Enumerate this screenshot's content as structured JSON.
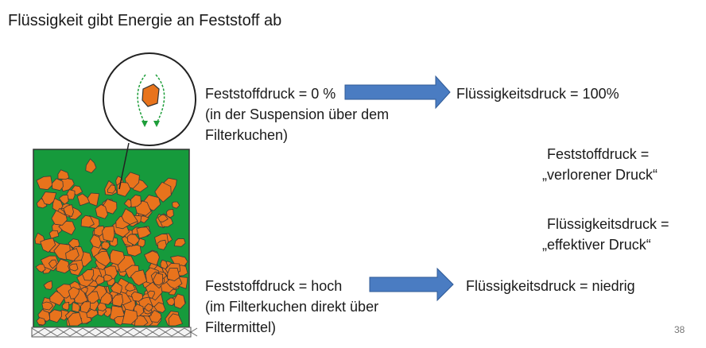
{
  "title": "Flüssigkeit gibt Energie an Feststoff ab",
  "top": {
    "solid_pressure": "Feststoffdruck = 0 %",
    "solid_note_1": "(in der Suspension über dem",
    "solid_note_2": "Filterkuchen)",
    "liquid_pressure": "Flüssigkeitsdruck = 100%"
  },
  "bottom": {
    "solid_pressure": "Feststoffdruck = hoch",
    "solid_note_1": "(im Filterkuchen direkt über",
    "solid_note_2": "Filtermittel)",
    "liquid_pressure": "Flüssigkeitsdruck = niedrig"
  },
  "definitions": {
    "solid_line_1": "Feststoffdruck =",
    "solid_line_2": "„verlorener Druck“",
    "liquid_line_1": "Flüssigkeitsdruck =",
    "liquid_line_2": "„effektiver Druck“"
  },
  "page_number": "38",
  "colors": {
    "suspension_green": "#169a3c",
    "particle_orange": "#e8731c",
    "arrow_blue": "#4a7cc2",
    "flow_arrow_green": "#1e9e3a"
  }
}
